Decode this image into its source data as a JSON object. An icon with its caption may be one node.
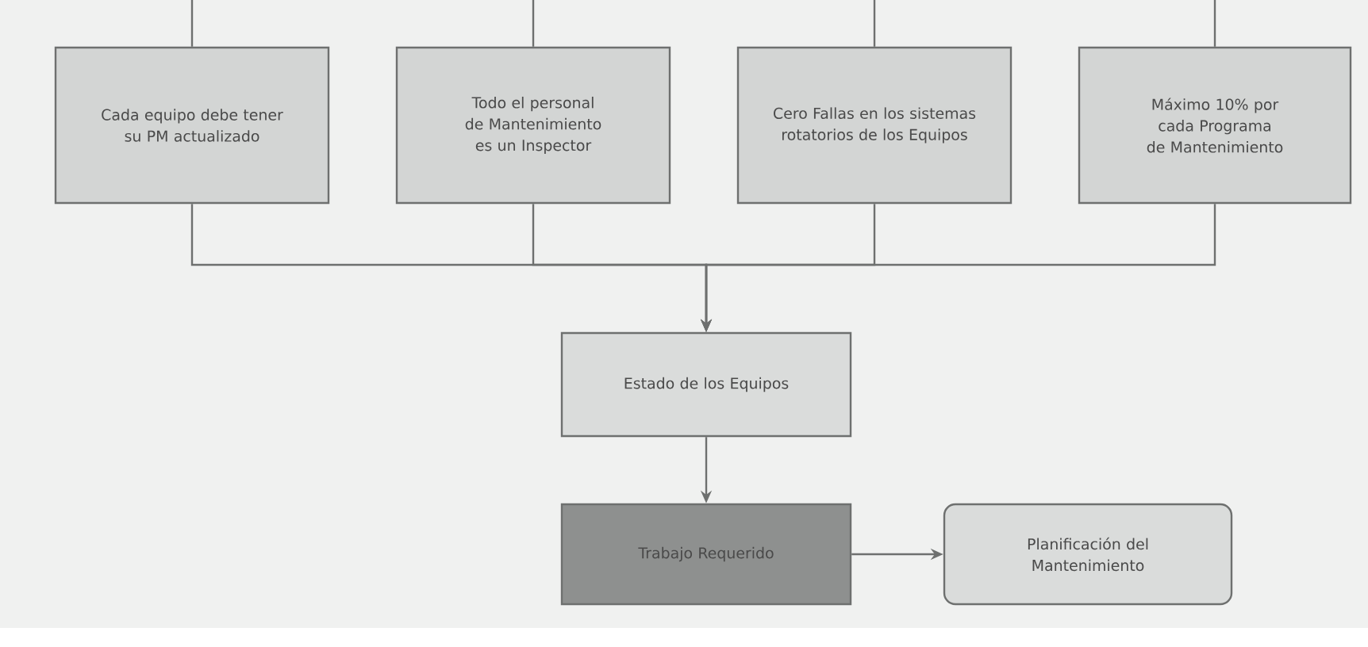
{
  "diagram": {
    "nodes": [
      {
        "text": [
          "Cada equipo debe tener su PM actualizado"
        ]
      },
      {
        "text": [
          "Todo el personal de Mantenimiento es un Inspector"
        ]
      },
      {
        "text": [
          "Cero Fallas en los sistemas rotatorios de los Equipos"
        ]
      },
      {
        "text": [
          "Máximo 10% por cada Programa de Mantenimiento"
        ]
      },
      {
        "text": [
          "Estado de los Equipos"
        ]
      },
      {
        "text": [
          "Trabajo Requerido"
        ]
      },
      {
        "text": [
          "Planificación del Mantenimiento"
        ]
      }
    ],
    "edges": [
      {
        "from": null,
        "to": 0,
        "arrow": "none"
      },
      {
        "from": null,
        "to": 1,
        "arrow": "none"
      },
      {
        "from": null,
        "to": 2,
        "arrow": "none"
      },
      {
        "from": null,
        "to": 3,
        "arrow": "none"
      },
      {
        "from": 0,
        "to": 4,
        "arrow": "to"
      },
      {
        "from": 1,
        "to": 4,
        "arrow": "to"
      },
      {
        "from": 2,
        "to": 4,
        "arrow": "to"
      },
      {
        "from": 3,
        "to": 4,
        "arrow": "to"
      },
      {
        "from": 4,
        "to": 5,
        "arrow": "to"
      },
      {
        "from": 5,
        "to": 6,
        "arrow": "to"
      }
    ]
  }
}
